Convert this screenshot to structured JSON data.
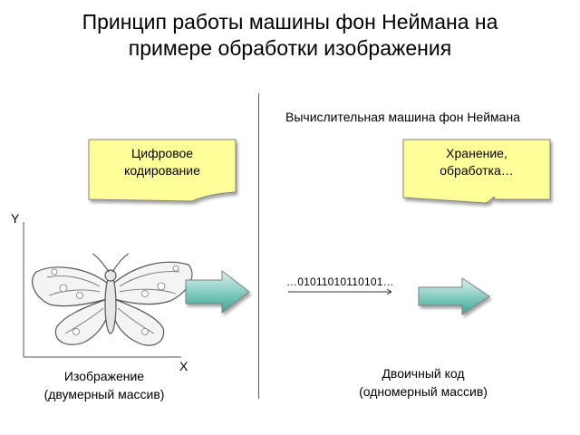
{
  "title": "Принцип работы машины фон Неймана на\nпримере обработки изображения",
  "machine_label": "Вычислительная машина фон Неймана",
  "notes": {
    "left": "Цифровое\nкодирование",
    "right": "Хранение,\nобработка…"
  },
  "axes": {
    "y": "Y",
    "x": "X"
  },
  "binary_code": "…01011010110101…",
  "captions": {
    "left": "Изображение\n(двумерный массив)",
    "right": "Двоичный код\n(одномерный массив)"
  },
  "colors": {
    "note_fill": "#ffff99",
    "note_stroke": "#7f7f7f",
    "arrow_fill_dark": "#3aa596",
    "arrow_fill_light": "#dff1ee",
    "arrow_stroke": "#7f7f7f",
    "divider": "#555555"
  },
  "icons": [
    "butterfly-image",
    "right-arrow-icon"
  ]
}
